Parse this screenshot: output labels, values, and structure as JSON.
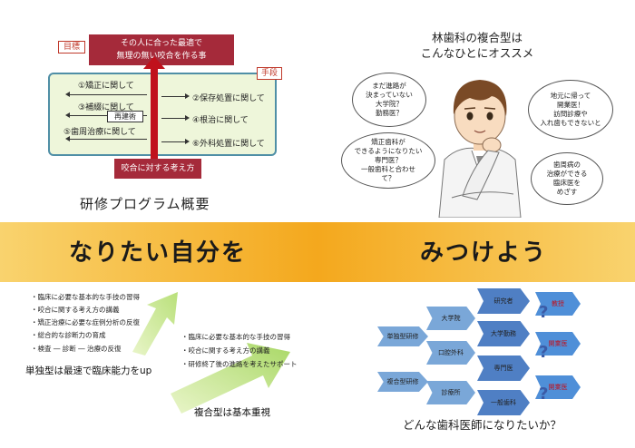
{
  "program": {
    "goal_tag": "目標",
    "goal_line1": "その人に合った最適で",
    "goal_line2": "無理の無い咬合を作る事",
    "method_tag": "手段",
    "left_items": [
      "①矯正に関して",
      "③補綴に関して",
      "⑤歯周治療に関して"
    ],
    "right_items": [
      "②保存処置に関して",
      "④根治に関して",
      "⑥外科処置に関して"
    ],
    "reconstruction": "再建術",
    "bite_label": "咬合に対する考え方",
    "caption": "研修プログラム概要"
  },
  "clinic": {
    "title_line1": "林歯科の複合型は",
    "title_line2": "こんなひとにオススメ",
    "bubbles": [
      {
        "lines": [
          "まだ進路が",
          "決まっていない",
          "大学院？",
          "勤務医？"
        ]
      },
      {
        "lines": [
          "矯正歯科が",
          "できるようになりたい",
          "専門医？",
          "一般歯科と合わせ",
          "て？"
        ]
      },
      {
        "lines": [
          "地元に帰って",
          "開業医！",
          "訪問診療や",
          "入れ歯もできないと"
        ]
      },
      {
        "lines": [
          "歯周病の",
          "治療ができる",
          "臨床医を",
          "めざす"
        ]
      }
    ]
  },
  "banner": {
    "left": "なりたい自分を",
    "right": "みつけよう"
  },
  "single": {
    "items": [
      "・臨床に必要な基本的な手技の習得",
      "・咬合に関する考え方の講義",
      "・矯正治療に必要な症例分析の反復",
      "・総合的な診断力の育成",
      "・検査 ― 診断 ― 治療の反復"
    ],
    "summary": "単独型は最速で臨床能力をup"
  },
  "combined": {
    "items": [
      "・臨床に必要な基本的な手技の習得",
      "・咬合に関する考え方の講義",
      "・研修終了後の進路を考えたサポート"
    ],
    "summary": "複合型は基本重視"
  },
  "career": {
    "single_program": "単独型研修",
    "combined_program": "複合型研修",
    "col1": [
      "大学院",
      "口腔外科",
      "診療所"
    ],
    "col2": [
      "研究者",
      "大学勤務",
      "専門医",
      "一般歯科"
    ],
    "col3": [
      "教授",
      "開業医",
      "開業医"
    ],
    "caption": "どんな歯科医師になりたいか？"
  }
}
